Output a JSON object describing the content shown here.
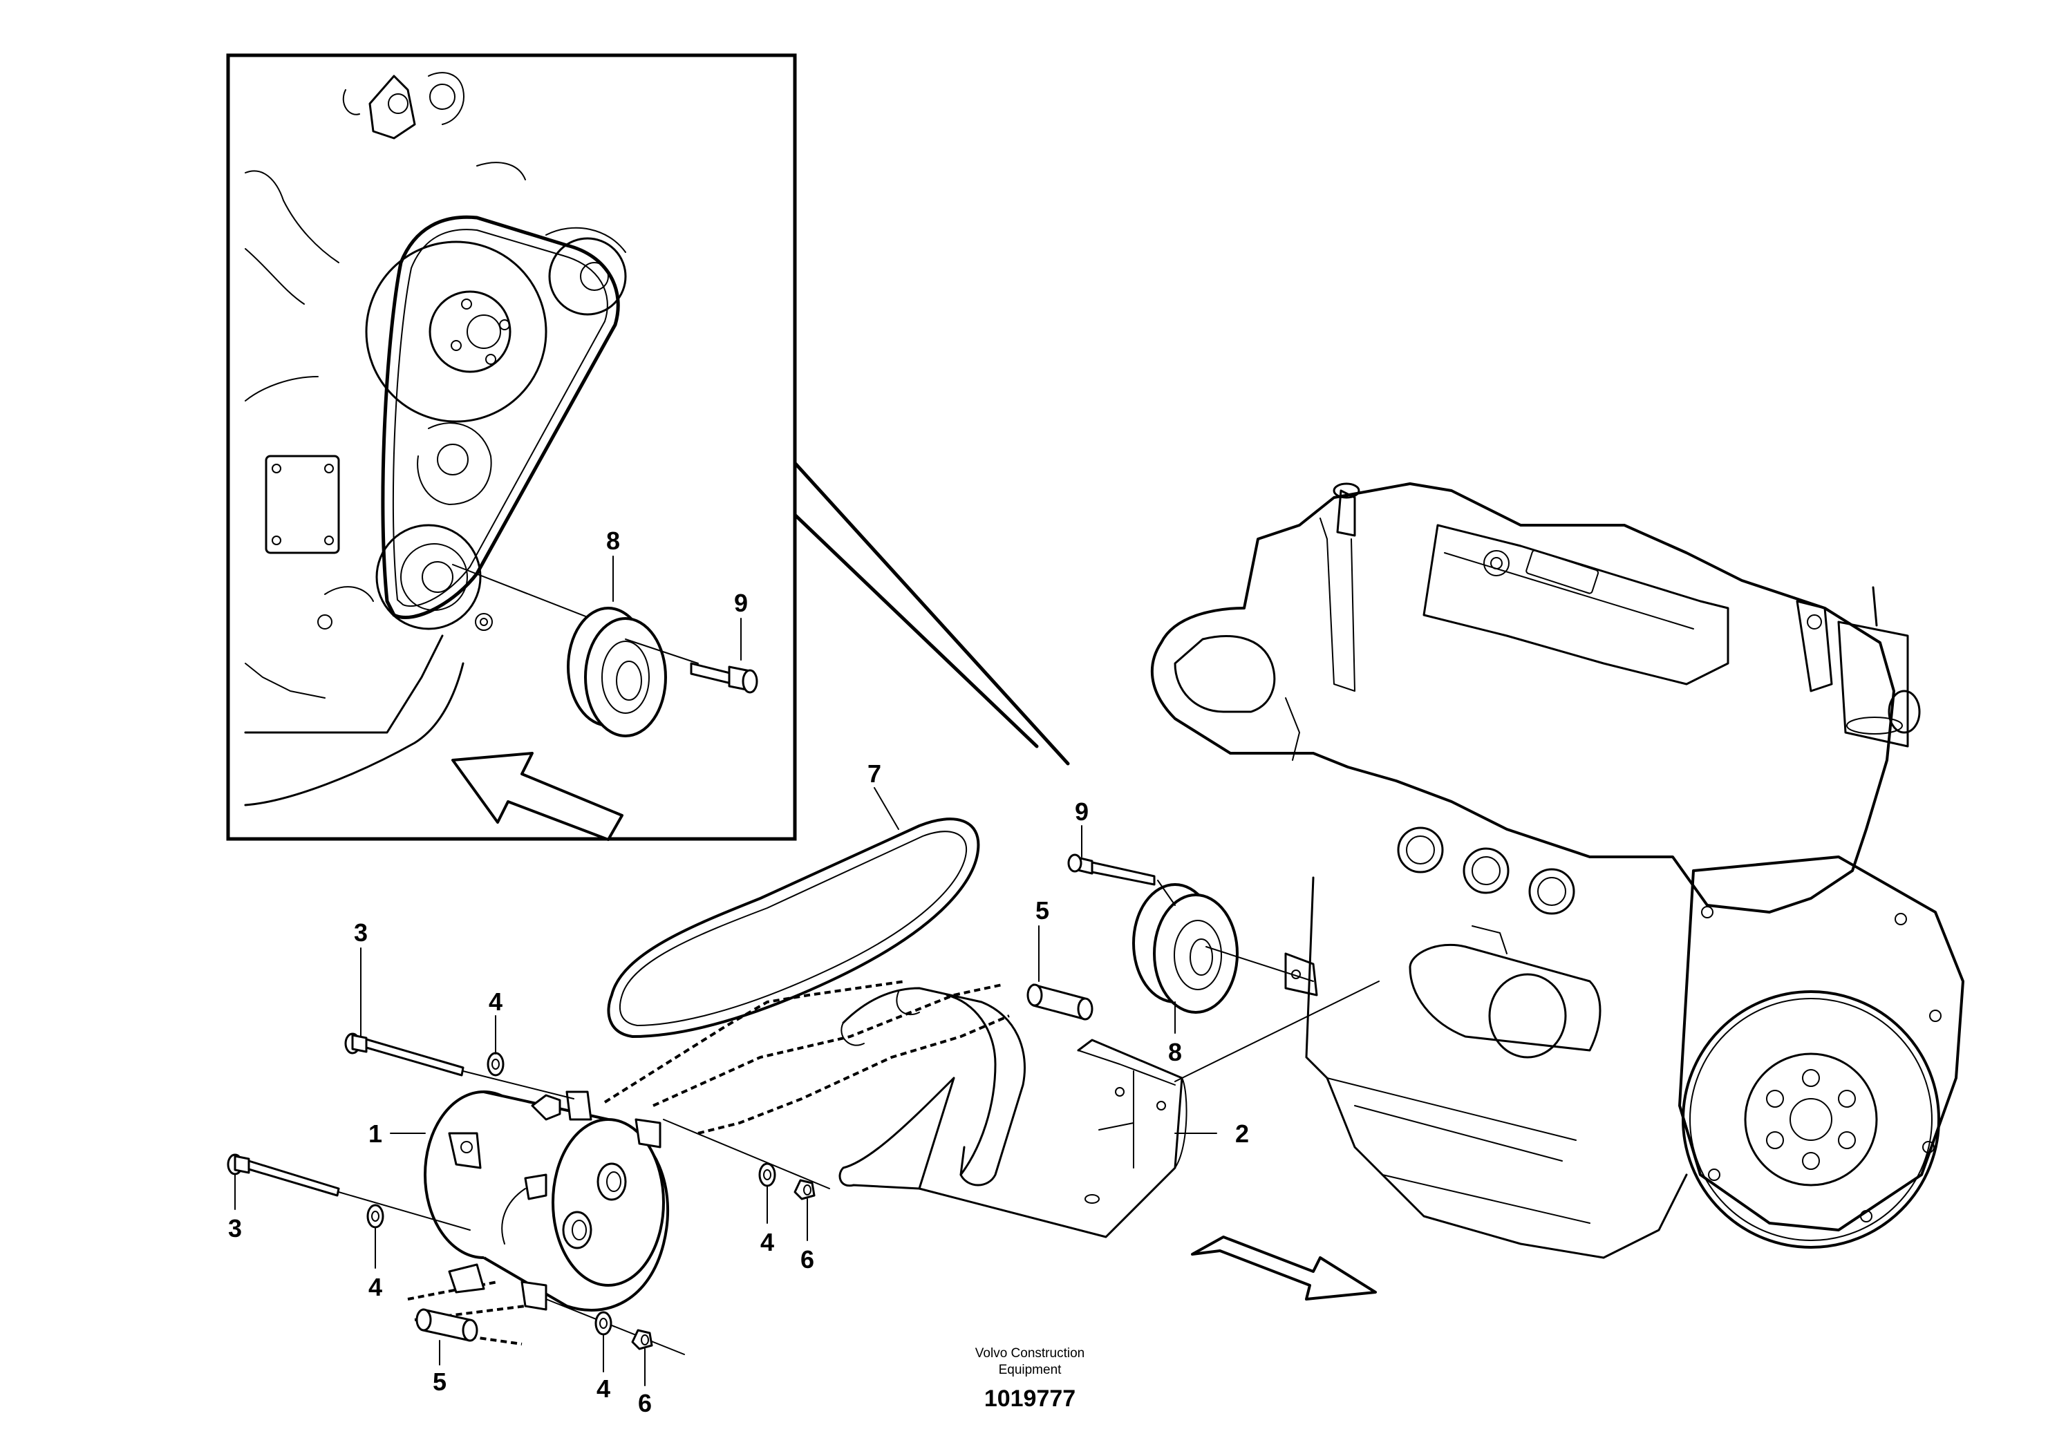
{
  "figure": {
    "publisher_line_1": "Volvo Construction",
    "publisher_line_2": "Equipment",
    "drawing_number": "1019777"
  },
  "callouts": {
    "inset_8": "8",
    "inset_9": "9",
    "belt_7": "7",
    "bolt_9": "9",
    "spacer_5_top": "5",
    "bolt_3_top": "3",
    "washer_4_top": "4",
    "pulley_8": "8",
    "compressor_1": "1",
    "bracket_2": "2",
    "bolt_3_bottom": "3",
    "washer_4_mid_left": "4",
    "washer_4_mid_right": "4",
    "nut_6_right": "6",
    "spacer_5_bottom": "5",
    "washer_4_bottom": "4",
    "nut_6_bottom": "6"
  }
}
